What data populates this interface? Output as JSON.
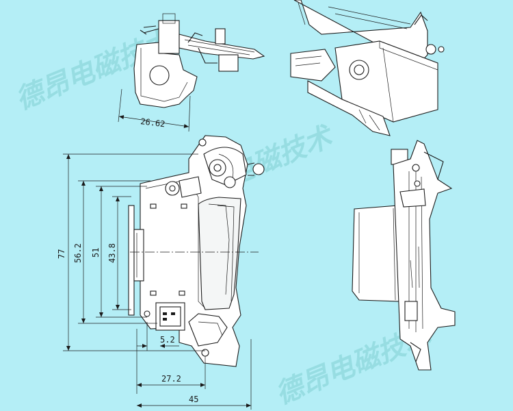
{
  "watermark": {
    "text": "德昂电磁技术",
    "color": "#8ed8dc"
  },
  "background_color": "#b4eef6",
  "dimensions": {
    "top_width": "26.62",
    "height_77": "77",
    "height_56_2": "56.2",
    "height_51": "51",
    "height_43_8": "43.8",
    "offset_5_2": "5.2",
    "width_27_2": "27.2",
    "width_45": "45"
  }
}
